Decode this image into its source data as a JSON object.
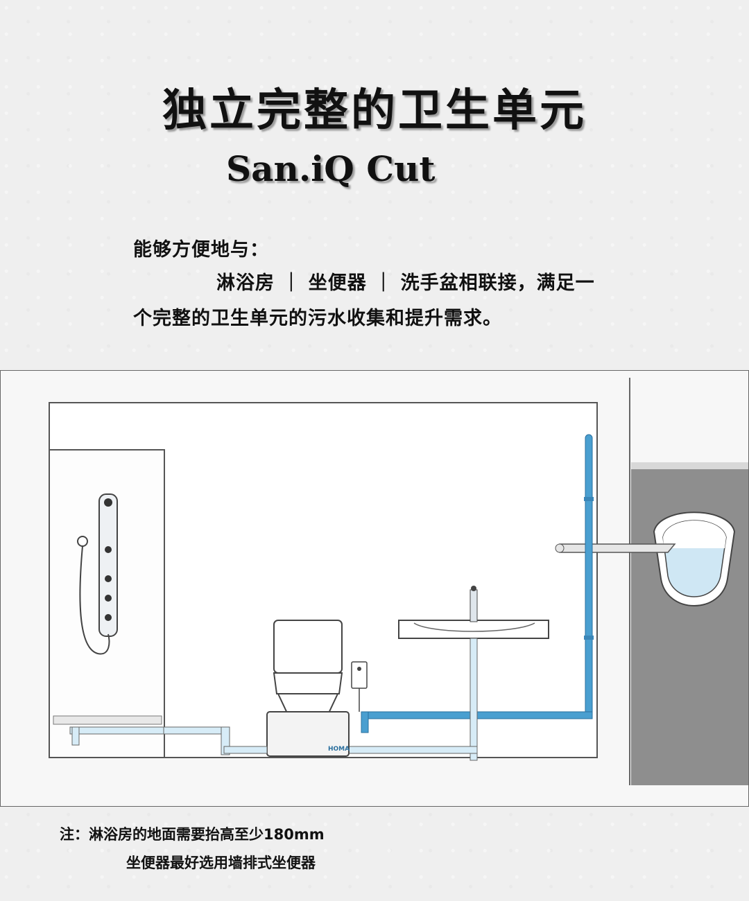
{
  "title": "独立完整的卫生单元",
  "subtitle": "San.iQ Cut",
  "intro": {
    "line1": "能够方便地与：",
    "line2": "淋浴房 ｜ 坐便器 ｜ 洗手盆相联接，满足一",
    "line3": "个完整的卫生单元的污水收集和提升需求。"
  },
  "diagram": {
    "device_brand": "HOMA",
    "colors": {
      "pipe_blue": "#4a9fd0",
      "pipe_light": "#d7ecf7",
      "wall_grey": "#8e8e8e"
    }
  },
  "notes": {
    "line1": "注：淋浴房的地面需要抬高至少180mm",
    "line2": "坐便器最好选用墙排式坐便器"
  }
}
